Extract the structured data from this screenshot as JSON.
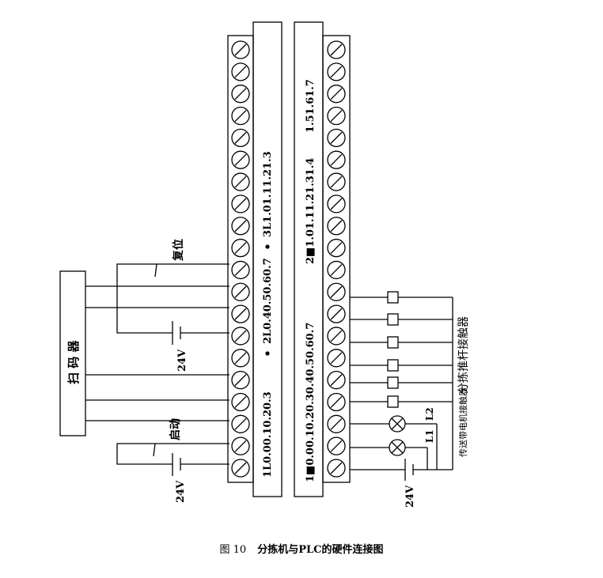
{
  "scanner_label": "扫 码 器",
  "reset_label": "复位",
  "start_label": "启动",
  "voltage_label": "24V",
  "left_strip_upper": "3L1.01.11.21.3",
  "left_strip_lower": "2L0.40.50.60.7",
  "left_strip_bottom": "1L0.00.10.20.3",
  "right_strip_upper": "1.51.61.7",
  "right_strip_mid": "2■1.01.11.21.31.4",
  "right_strip_bottom": "1■0.00.10.20.30.40.50.60.7",
  "l1_label": "L1",
  "l2_label": "L2",
  "pusher_contactor_label": "分拣推杆接触器",
  "conveyor_contactor_label": "传送带电机接触器",
  "caption_number": "图 10",
  "caption_title": "分拣机与PLC的硬件连接图",
  "left_terminal_count": 20,
  "right_terminal_count": 20
}
